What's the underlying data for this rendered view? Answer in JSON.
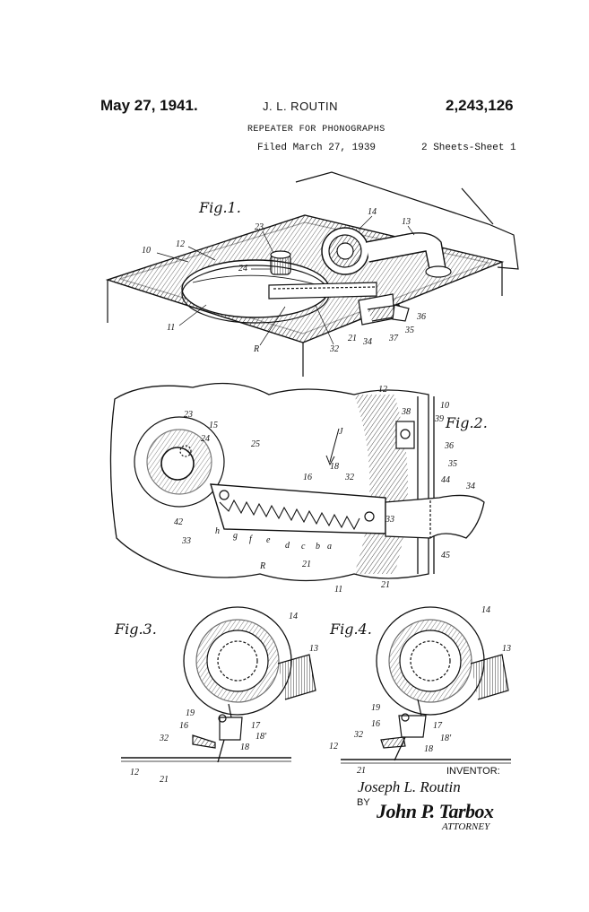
{
  "header": {
    "date": "May 27, 1941.",
    "inventor_short": "J. L. ROUTIN",
    "patent_number": "2,243,126",
    "title": "REPEATER FOR PHONOGRAPHS",
    "filed": "Filed March 27, 1939",
    "sheets": "2 Sheets-Sheet 1"
  },
  "figures": {
    "fig1": "Fig.1.",
    "fig2": "Fig.2.",
    "fig3": "Fig.3.",
    "fig4": "Fig.4."
  },
  "signature": {
    "inventor_label": "INVENTOR:",
    "inventor_name": "Joseph L. Routin",
    "by": "BY",
    "attorney_signature": "John P. Tarbox",
    "attorney_label": "ATTORNEY"
  }
}
